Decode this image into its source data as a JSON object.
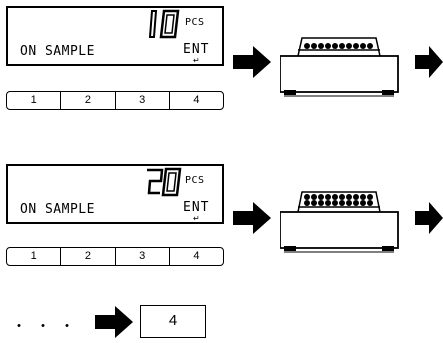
{
  "steps": [
    {
      "count": "10",
      "unit": "PCS",
      "message": "ON SAMPLE",
      "enter_label": "ENT",
      "enter_mark": "↵",
      "keys": [
        "1",
        "2",
        "3",
        "4"
      ]
    },
    {
      "count": "20",
      "unit": "PCS",
      "message": "ON SAMPLE",
      "enter_label": "ENT",
      "enter_mark": "↵",
      "keys": [
        "1",
        "2",
        "3",
        "4"
      ]
    }
  ],
  "final": {
    "ellipsis": "・・・",
    "key_label": "4"
  },
  "colors": {
    "ink": "#000000",
    "background": "#ffffff"
  }
}
